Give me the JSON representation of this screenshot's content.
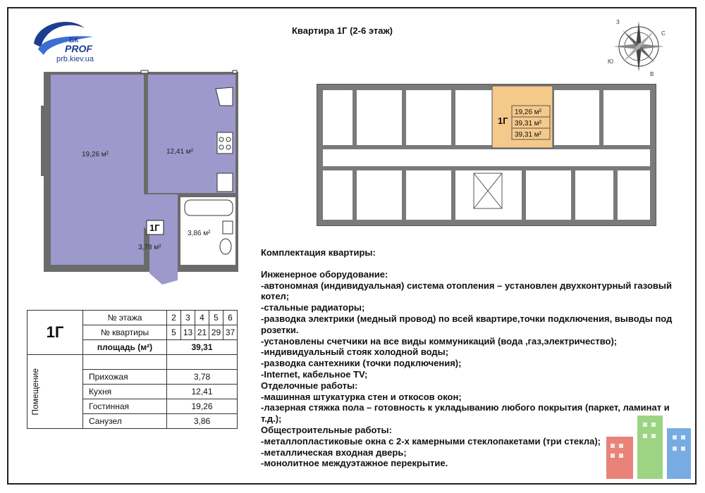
{
  "header": {
    "logo_text": "БК PROF",
    "logo_url": "prb.kiev.ua",
    "title": "Квартира 1Г (2-6 этаж)"
  },
  "compass": {
    "icon": "compass-rose-icon",
    "letters": [
      "З",
      "С",
      "В",
      "Ю"
    ]
  },
  "floor_plan": {
    "rooms": [
      {
        "name": "living",
        "area": "19,26 м²"
      },
      {
        "name": "kitchen",
        "area": "12,41 м²"
      },
      {
        "name": "hall",
        "area": "3,78 м²"
      },
      {
        "name": "bathroom",
        "area": "3,86 м²"
      }
    ],
    "apt_label": "1Г"
  },
  "building_plan": {
    "apt_label": "1Г",
    "areas": [
      "19,26 м²",
      "39,31 м²",
      "39,31 м²"
    ],
    "highlight_color": "#f5c98a"
  },
  "spec_table": {
    "apt": "1Г",
    "floor_label": "№ этажа",
    "floors": [
      "2",
      "3",
      "4",
      "5",
      "6"
    ],
    "apt_no_label": "№ квартиры",
    "apt_numbers": [
      "5",
      "13",
      "21",
      "29",
      "37"
    ],
    "area_label": "площадь (м²)",
    "area_value": "39,31",
    "rooms_label": "Помещение",
    "rooms": [
      {
        "name": "Прихожая",
        "area": "3,78"
      },
      {
        "name": "Кухня",
        "area": "12,41"
      },
      {
        "name": "Гостинная",
        "area": "19,26"
      },
      {
        "name": "Санузел",
        "area": "3,86"
      }
    ]
  },
  "notes": [
    "Комплектация квартиры:",
    "",
    "Инженерное оборудование:",
    "-автономная (индивидуальная) система отопления – установлен двухконтурный газовый котел;",
    "-стальные радиаторы;",
    "-разводка электрики (медный провод) по всей квартире,точки подключения, выводы под розетки.",
    "-установлены счетчики на все виды коммуникаций (вода ,газ,электричество);",
    "-индивидуальный стояк холодной воды;",
    "-разводка сантехники (точки подключения);",
    "-Internet, кабельное TV;",
    "Отделочные работы:",
    "-машинная штукатурка стен и откосов окон;",
    "-лазерная стяжка пола – готовность к  укладыванию любого покрытия (паркет, ламинат и т.д.);",
    "Общестроительные работы:",
    "-металлопластиковые окна с 2-х камерными стеклопакетами (три стекла);",
    "-металлическая входная дверь;",
    "-монолитное междуэтажное перекрытие."
  ],
  "colors": {
    "room_fill": "#9d99cc",
    "wall": "#6b6b6b",
    "highlight": "#f5c98a"
  }
}
